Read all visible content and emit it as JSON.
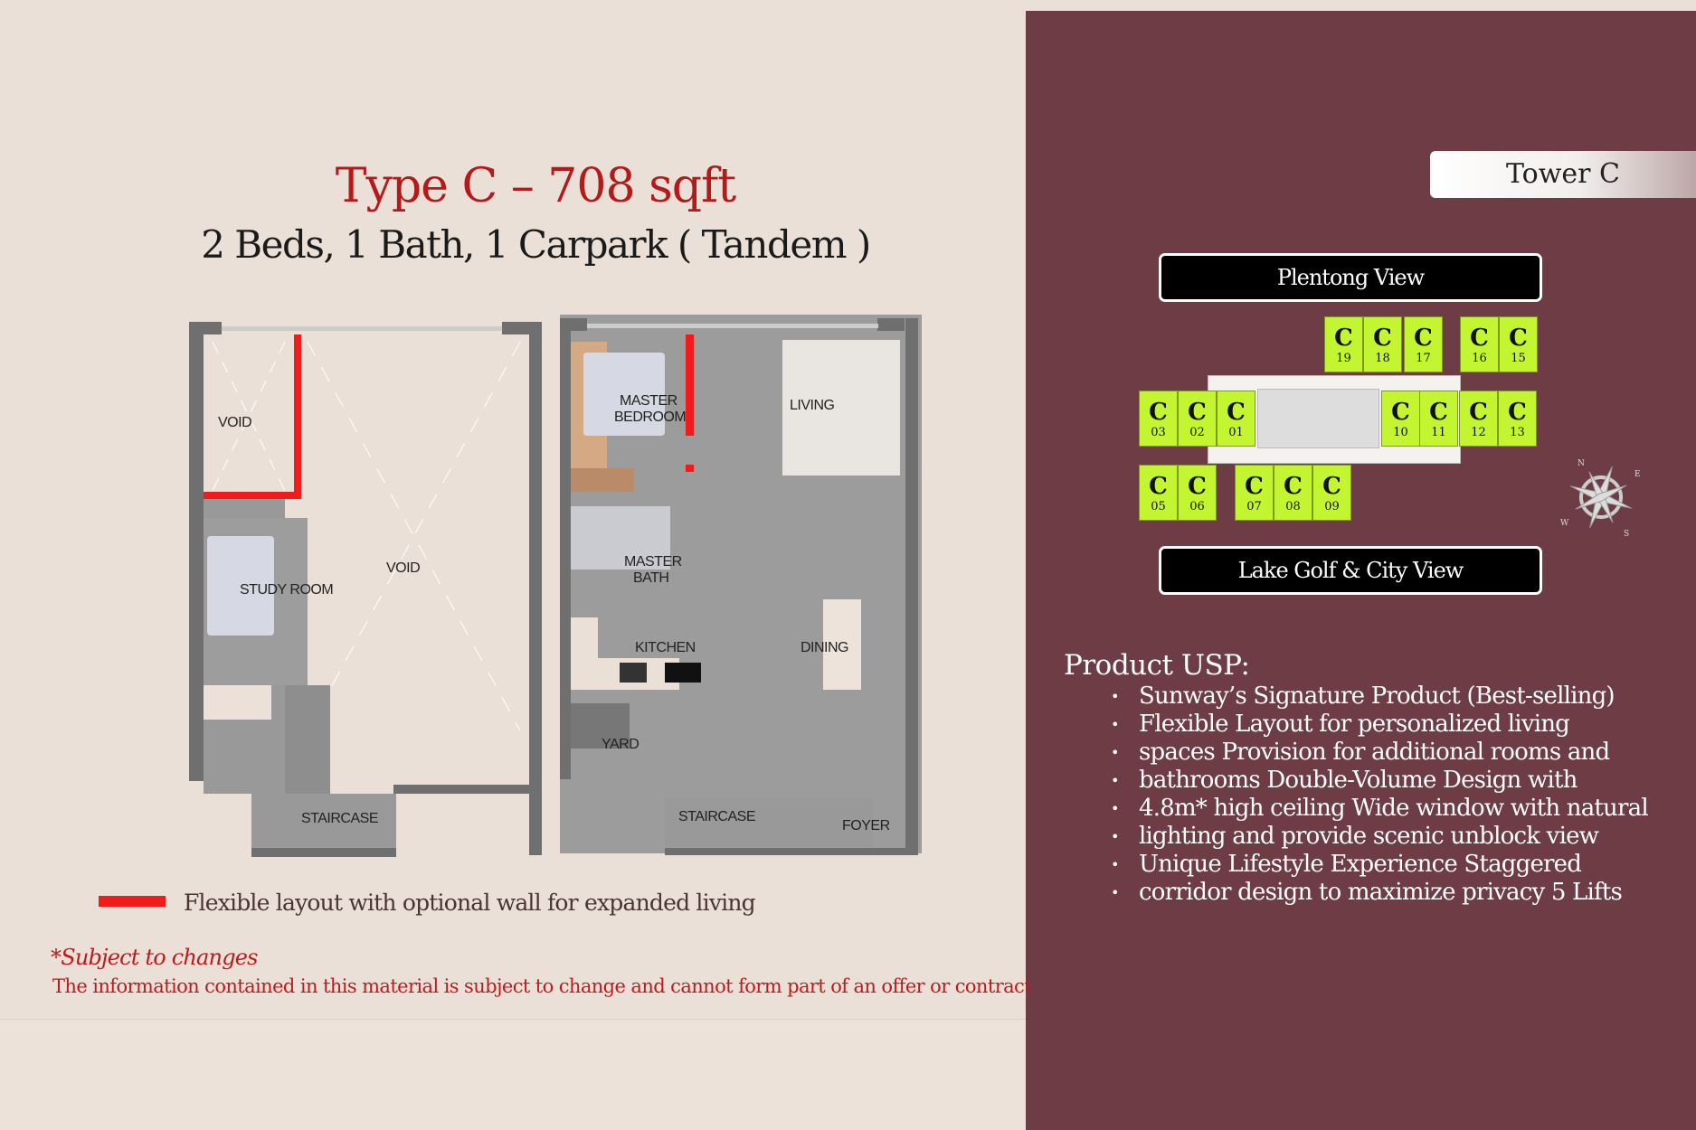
{
  "header": {
    "title": "Type C – 708 sqft",
    "subtitle": "2 Beds, 1 Bath, 1 Carpark ( Tandem )"
  },
  "upper_floor": {
    "labels": {
      "void1": "VOID",
      "void2": "VOID",
      "study": "STUDY ROOM",
      "stair": "STAIRCASE"
    }
  },
  "lower_floor": {
    "labels": {
      "master_bed_1": "MASTER",
      "master_bed_2": "BEDROOM",
      "living": "LIVING",
      "master_bath_1": "MASTER",
      "master_bath_2": "BATH",
      "kitchen": "KITCHEN",
      "dining": "DINING",
      "yard": "YARD",
      "stair": "STAIRCASE",
      "foyer": "FOYER"
    }
  },
  "legend": {
    "text": "Flexible layout with optional wall for expanded living",
    "color": "#f01c1c"
  },
  "notes": {
    "subject": "*Subject to changes",
    "disclaimer": "The information contained in this material is subject to change and cannot form part of an offer or contract"
  },
  "tower": {
    "label": "Tower C"
  },
  "views": {
    "top": "Plentong View",
    "bottom": "Lake Golf & City View"
  },
  "units": [
    {
      "l": "C",
      "n": "19"
    },
    {
      "l": "C",
      "n": "18"
    },
    {
      "l": "C",
      "n": "17"
    },
    {
      "l": "C",
      "n": "16"
    },
    {
      "l": "C",
      "n": "15"
    },
    {
      "l": "C",
      "n": "03"
    },
    {
      "l": "C",
      "n": "02"
    },
    {
      "l": "C",
      "n": "01"
    },
    {
      "l": "C",
      "n": "10"
    },
    {
      "l": "C",
      "n": "11"
    },
    {
      "l": "C",
      "n": "12"
    },
    {
      "l": "C",
      "n": "13"
    },
    {
      "l": "C",
      "n": "05"
    },
    {
      "l": "C",
      "n": "06"
    },
    {
      "l": "C",
      "n": "07"
    },
    {
      "l": "C",
      "n": "08"
    },
    {
      "l": "C",
      "n": "09"
    }
  ],
  "compass": {
    "n": "N",
    "e": "E",
    "s": "S",
    "w": "W"
  },
  "usp": {
    "heading": "Product USP:",
    "items": [
      "Sunway’s Signature Product (Best-selling)",
      "Flexible Layout for personalized living",
      "spaces Provision for additional rooms and",
      "bathrooms Double-Volume Design with",
      "4.8m* high ceiling Wide window with natural",
      "lighting and provide scenic unblock view",
      "Unique Lifestyle Experience Staggered",
      "corridor design to maximize privacy 5 Lifts"
    ]
  },
  "colors": {
    "accent": "#b31b1b",
    "panel": "#6e3c44",
    "unit": "#c3f531"
  }
}
